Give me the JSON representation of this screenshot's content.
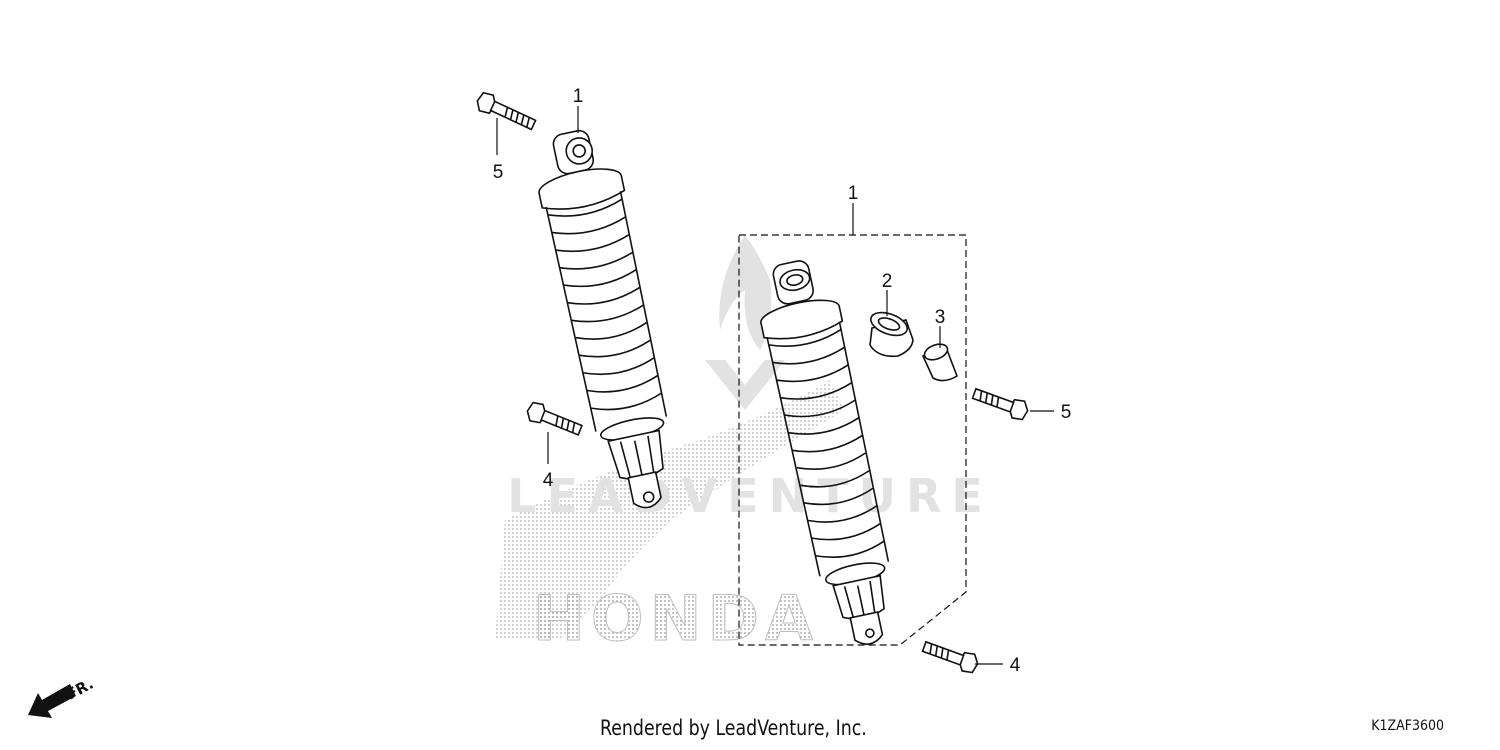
{
  "diagram": {
    "callouts": [
      {
        "id": "c1a",
        "label": "1"
      },
      {
        "id": "c1b",
        "label": "1"
      },
      {
        "id": "c2",
        "label": "2"
      },
      {
        "id": "c3",
        "label": "3"
      },
      {
        "id": "c4a",
        "label": "4"
      },
      {
        "id": "c4b",
        "label": "4"
      },
      {
        "id": "c5a",
        "label": "5"
      },
      {
        "id": "c5b",
        "label": "5"
      }
    ],
    "direction_label": "FR.",
    "watermark": {
      "brand": "HONDA",
      "text": "LEADVENTURE"
    }
  },
  "footer": {
    "credit": "Rendered by LeadVenture, Inc.",
    "code": "K1ZAF3600"
  }
}
